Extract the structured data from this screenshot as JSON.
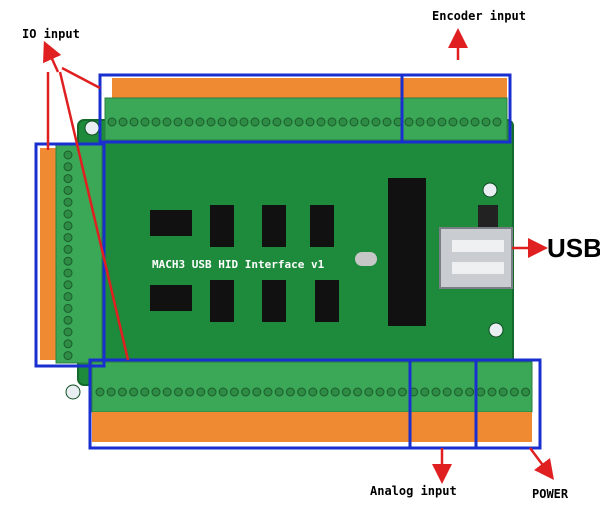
{
  "labels": {
    "io_input": "IO input",
    "encoder_input": "Encoder input",
    "usb": "USB",
    "analog_input": "Analog input",
    "power": "POWER"
  },
  "board": {
    "title": "MACH3 USB HID Interface v1",
    "color": "#1e8a3c"
  },
  "colors": {
    "callout": "#e02020",
    "box": "#1a2fd0",
    "terminal_green": "#3aa857",
    "terminal_orange": "#f08a32"
  }
}
